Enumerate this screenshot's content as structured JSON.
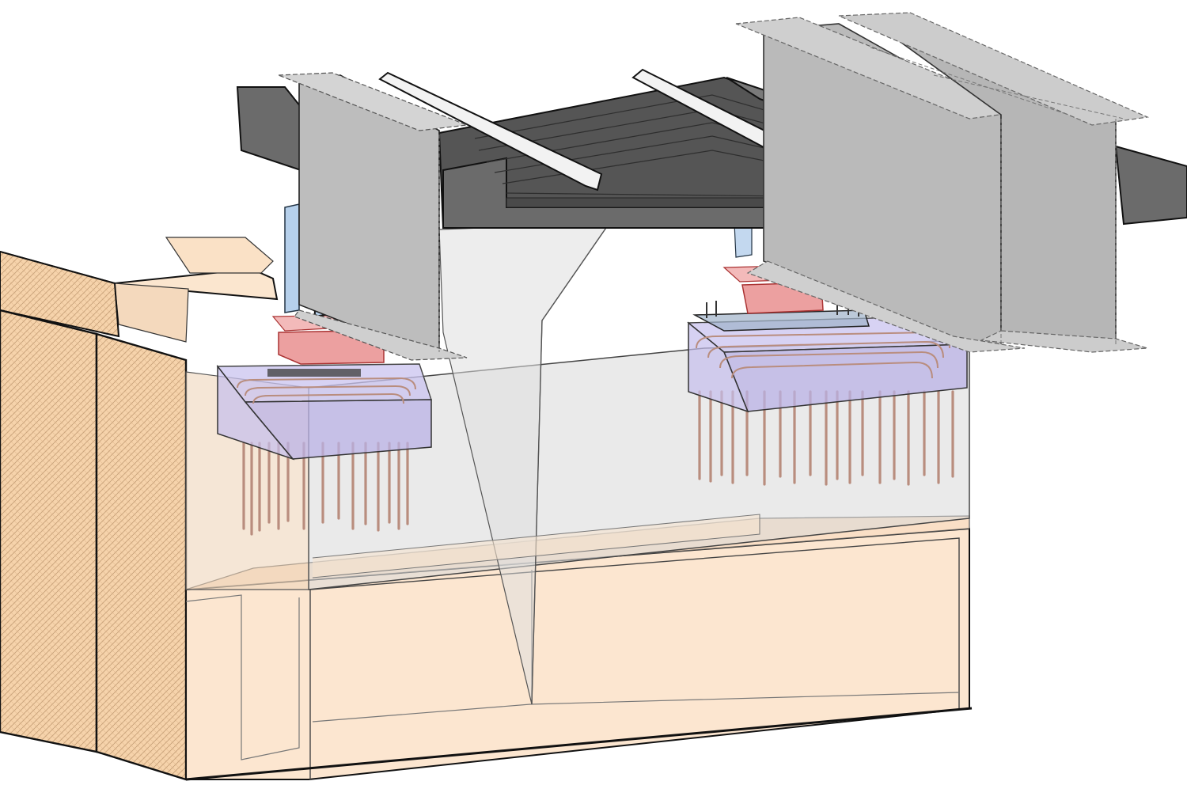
{
  "colors": {
    "background": "#ffffff",
    "abutment_brick": "#f6d3ab",
    "abutment_light": "#fbe6cf",
    "concrete_glass": "#dcdcdc",
    "girder": "#b9b9b9",
    "girder_dark": "#8e8e8e",
    "deck_trough": "#6b6b6b",
    "ballast": "#555555",
    "rail": "#f2f2f2",
    "bearing_plate": "#e98f8f",
    "bearing_guide": "#a9c8e8",
    "pile_cap": "#b9b2e6",
    "rebar": "#b98d7e",
    "outline": "#111111"
  },
  "components": [
    {
      "name": "abutment-wall",
      "icon": "brick-wall"
    },
    {
      "name": "pier-base",
      "icon": "concrete-block"
    },
    {
      "name": "pile-cap-left",
      "icon": "transparent-box"
    },
    {
      "name": "pile-cap-right",
      "icon": "transparent-box"
    },
    {
      "name": "bearing-left",
      "icon": "bearing"
    },
    {
      "name": "bearing-right",
      "icon": "bearing"
    },
    {
      "name": "steel-girders",
      "icon": "i-beam"
    },
    {
      "name": "ballast-trough",
      "icon": "trough"
    },
    {
      "name": "rails",
      "icon": "rail"
    }
  ]
}
